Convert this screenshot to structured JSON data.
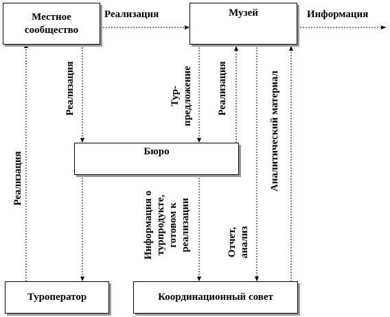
{
  "boxes": {
    "local_community": "Местное\nсообщество",
    "museum": "Музей",
    "bureau": "Бюро",
    "tour_operator": "Туроператор",
    "coordination_council": "Координационный совет"
  },
  "labels": {
    "realization_top": "Реализация",
    "information_top": "Информация",
    "realization_left": "Реализация",
    "realization_community_bureau": "Реализация",
    "tour_offer": "Тур-\nпредложение",
    "realization_museum_bureau": "Реализация",
    "analytical_material": "Аналитический материал",
    "tourproduct_info": "Информация о\nтурпродукте,\nготовом к\nреализации",
    "report_analysis": "Отчет,\nанализ"
  }
}
